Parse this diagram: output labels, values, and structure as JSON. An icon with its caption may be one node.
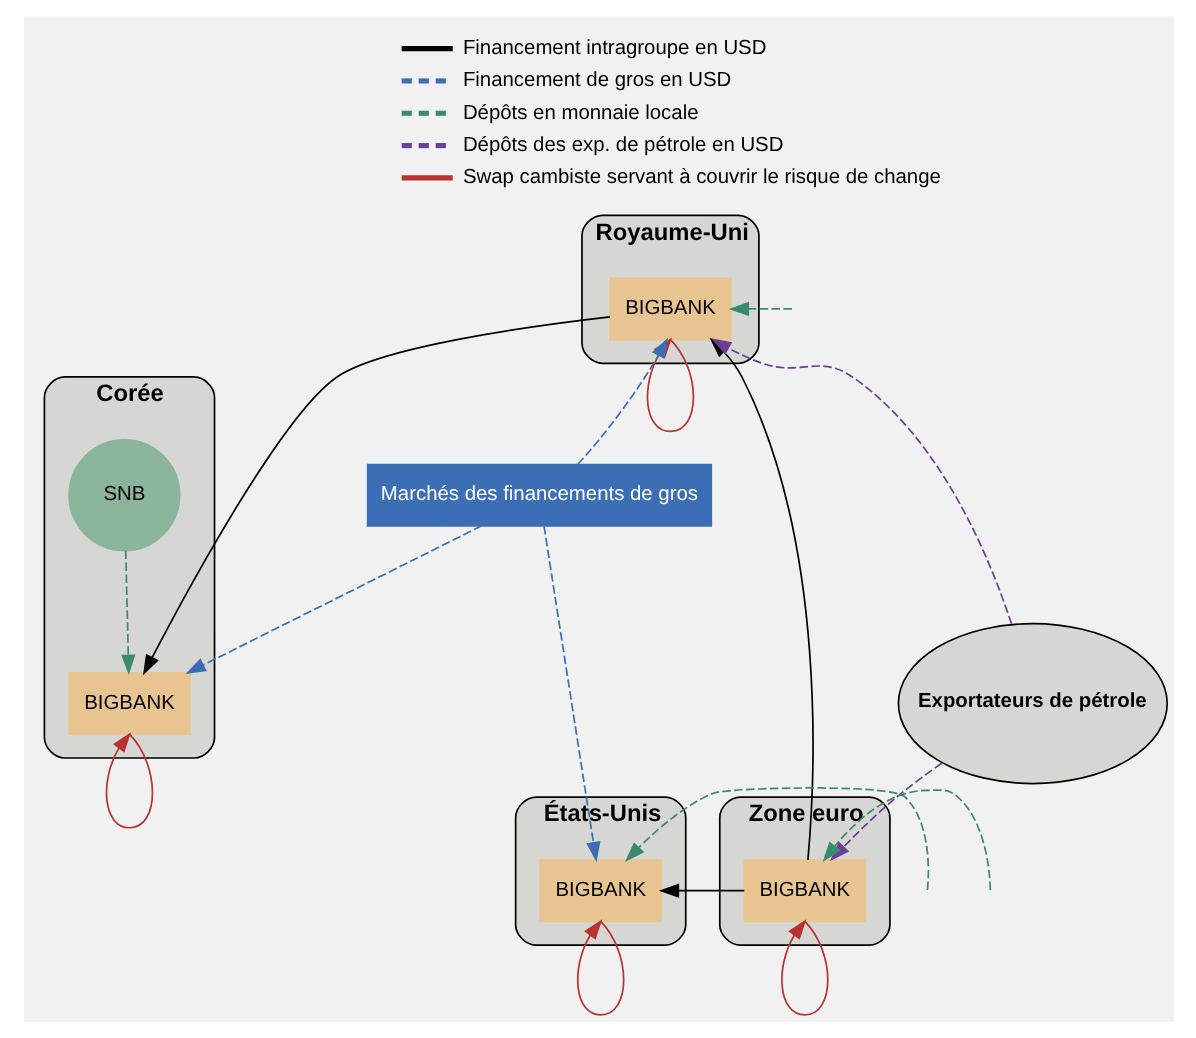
{
  "diagram": {
    "nodes": [
      {
        "text": [
          "Royaume-Uni"
        ]
      },
      {
        "text": [
          "BIGBANK"
        ],
        "in": 0
      },
      {
        "text": [
          "États-Unis"
        ]
      },
      {
        "text": [
          "BIGBANK"
        ],
        "in": 2
      },
      {
        "text": [
          "Zone euro"
        ]
      },
      {
        "text": [
          "BIGBANK"
        ],
        "in": 4
      },
      {
        "text": [
          "Marchés des financements de gros"
        ]
      },
      {
        "text": [
          "Exportateurs de pétrole"
        ]
      },
      {
        "text": [
          "Corée"
        ]
      },
      {
        "text": [
          "SNB"
        ],
        "in": 8
      },
      {
        "text": [
          "BIGBANK"
        ],
        "in": 8
      }
    ],
    "edges": [
      {
        "from": null,
        "to": 1,
        "arrow": "to",
        "style": "dashed",
        "color": "#3a8a6e"
      },
      {
        "from": null,
        "to": 3,
        "arrow": "to",
        "style": "dashed",
        "color": "#3a8a6e"
      },
      {
        "from": null,
        "to": 5,
        "arrow": "to",
        "style": "dashed",
        "color": "#3a8a6e"
      },
      {
        "from": 9,
        "to": 10,
        "arrow": "to",
        "style": "dashed",
        "color": "#3a8a6e"
      },
      {
        "from": 5,
        "to": 1,
        "arrow": "to",
        "color": "#000000"
      },
      {
        "from": 5,
        "to": 3,
        "arrow": "to",
        "color": "#000000"
      },
      {
        "from": 1,
        "to": 10,
        "arrow": "to",
        "color": "#000000"
      },
      {
        "from": 6,
        "to": 1,
        "arrow": "to",
        "style": "dashed",
        "color": "#3b6eb4"
      },
      {
        "from": 6,
        "to": 3,
        "arrow": "to",
        "style": "dashed",
        "color": "#3b6eb4"
      },
      {
        "from": 6,
        "to": 10,
        "arrow": "to",
        "style": "dashed",
        "color": "#3b6eb4"
      },
      {
        "from": 7,
        "to": 1,
        "arrow": "to",
        "style": "dashed",
        "color": "#6b3f96"
      },
      {
        "from": 7,
        "to": 5,
        "arrow": "to",
        "style": "dashed",
        "color": "#6b3f96"
      },
      {
        "from": 1,
        "to": 1,
        "arrow": "to",
        "color": "#b83232"
      },
      {
        "from": 3,
        "to": 3,
        "arrow": "to",
        "color": "#b83232"
      },
      {
        "from": 5,
        "to": 5,
        "arrow": "to",
        "color": "#b83232"
      },
      {
        "from": 10,
        "to": 10,
        "arrow": "to",
        "color": "#b83232"
      }
    ],
    "legend": [
      {
        "text": "Financement intragroupe en USD"
      },
      {
        "text": "Financement de gros en USD"
      },
      {
        "text": "Dépôts en monnaie locale"
      },
      {
        "text": "Dépôts des exp. de pétrole en USD"
      },
      {
        "text": "Swap cambiste servant à couvrir le risque de change"
      }
    ]
  }
}
